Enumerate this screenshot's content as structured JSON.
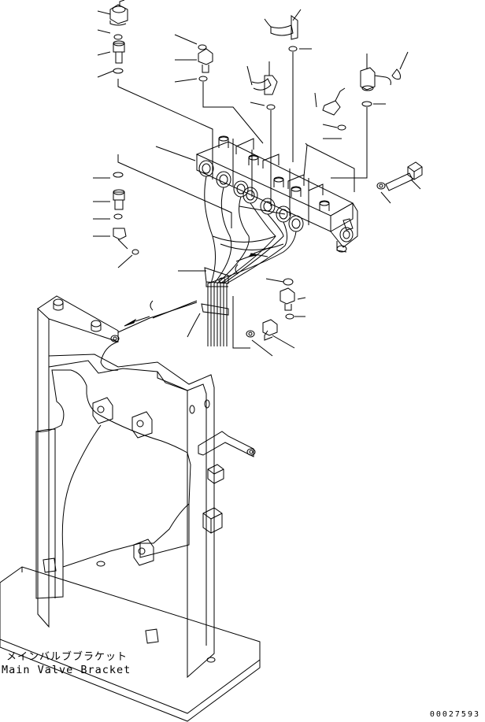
{
  "labels": {
    "part_name_jp": "メインバルブブラケット",
    "part_name_en": "Main Valve Bracket",
    "drawing_number": "00027593"
  },
  "colors": {
    "line": "#000000",
    "background": "#ffffff"
  }
}
